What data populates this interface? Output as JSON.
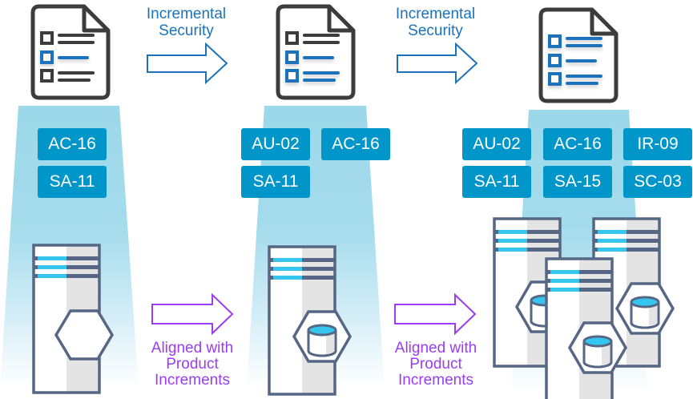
{
  "colors": {
    "beam": "#9cd8ea",
    "badge_bg": "#0096c9",
    "badge_text": "#ffffff",
    "security_arrow": "#1a72bb",
    "product_arrow": "#9b3df0",
    "doc_outline": "#3c3c3c",
    "doc_checked": "#1a72bb",
    "server_outline": "#566685",
    "server_stripe": "#34c6ef"
  },
  "stages": [
    {
      "name": "stage-1",
      "document": {
        "checked_items": 1,
        "total_items": 3
      },
      "controls": [
        "AC-16",
        "SA-11"
      ],
      "servers": 1
    },
    {
      "name": "stage-2",
      "document": {
        "checked_items": 2,
        "total_items": 3
      },
      "controls": [
        "AU-02",
        "AC-16",
        "SA-11"
      ],
      "servers": 1
    },
    {
      "name": "stage-3",
      "document": {
        "checked_items": 3,
        "total_items": 3
      },
      "controls": [
        "AU-02",
        "AC-16",
        "IR-09",
        "SA-11",
        "SA-15",
        "SC-03"
      ],
      "servers": 3
    }
  ],
  "arrows": {
    "security": [
      {
        "line1": "Incremental",
        "line2": "Security"
      },
      {
        "line1": "Incremental",
        "line2": "Security"
      }
    ],
    "product": [
      {
        "line1": "Aligned with",
        "line2": "Product",
        "line3": "Increments"
      },
      {
        "line1": "Aligned with",
        "line2": "Product",
        "line3": "Increments"
      }
    ]
  }
}
